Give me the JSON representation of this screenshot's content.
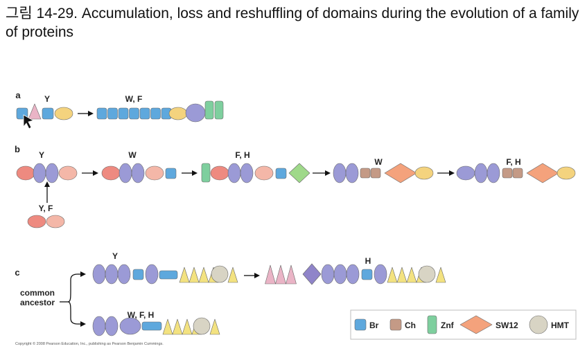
{
  "title": "그림 14-29. Accumulation, loss and reshuffling of domains during the evolution of a family of proteins",
  "panels": {
    "a": "a",
    "b": "b",
    "c": "c"
  },
  "labels": {
    "a_y": "Y",
    "a_wf": "W, F",
    "b_y": "Y",
    "b_w1": "W",
    "b_fh1": "F, H",
    "b_w2": "W",
    "b_fh2": "F, H",
    "b_yf": "Y, F",
    "c_y": "Y",
    "c_h": "H",
    "c_wfh": "W, F, H",
    "common_ancestor": "common\nancestor"
  },
  "legend": [
    {
      "shape": "Br",
      "label": "Br",
      "fill": "#5ea8dd"
    },
    {
      "shape": "Ch",
      "label": "Ch",
      "fill": "#c49a86"
    },
    {
      "shape": "Znf",
      "label": "Znf",
      "fill": "#7ecf9e"
    },
    {
      "shape": "SW12",
      "label": "SW12",
      "fill": "#f4a27c"
    },
    {
      "shape": "HMT",
      "label": "HMT",
      "fill": "#d8d4c4"
    }
  ],
  "colors": {
    "br": "#5ea8dd",
    "ch": "#c49a86",
    "znf": "#7ecf9e",
    "sw12": "#f4a27c",
    "hmt": "#d8d4c4",
    "purple": "#9b9ad6",
    "red": "#ee8a80",
    "pink": "#f4b7a8",
    "yellow": "#f4d37e",
    "tri_pink": "#eab4c6",
    "tri_yellow": "#f3e280",
    "green": "#9fd98a",
    "diamond_purple": "#8f84c9"
  },
  "copyright": "Copyright © 2008 Pearson Education, Inc., publishing as Pearson Benjamin Cummings."
}
